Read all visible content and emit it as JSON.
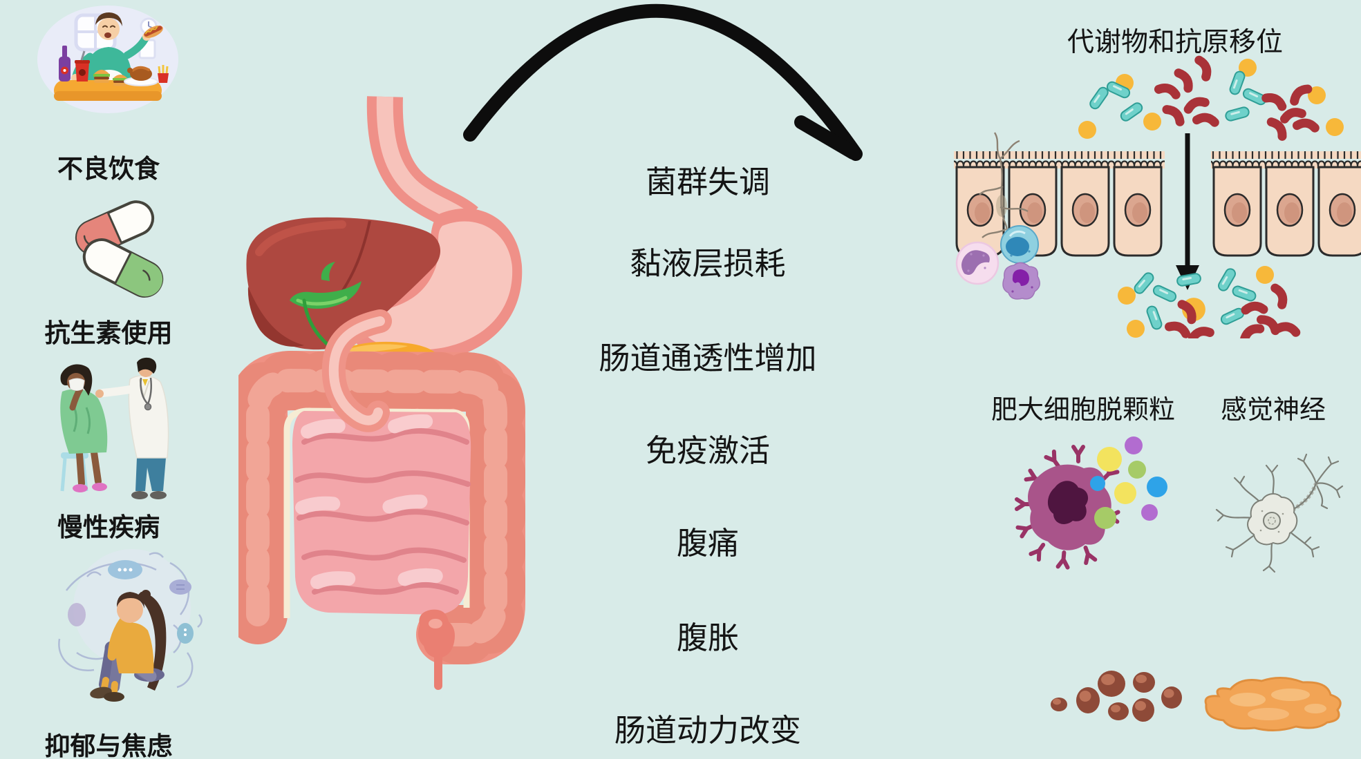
{
  "page": {
    "background": "#d8ebe8"
  },
  "causes": [
    {
      "id": "poor-diet",
      "label": "不良饮食"
    },
    {
      "id": "antibiotic-use",
      "label": "抗生素使用"
    },
    {
      "id": "chronic-disease",
      "label": "慢性疾病"
    },
    {
      "id": "depression-anxiety",
      "label": "抑郁与焦虑"
    }
  ],
  "cascade": {
    "steps": [
      "菌群失调",
      "黏液层损耗",
      "肠道通透性增加",
      "免疫激活",
      "腹痛",
      "腹胀",
      "肠道动力改变"
    ]
  },
  "right_panel": {
    "translocation_title": "代谢物和抗原移位",
    "mast_cell_label": "肥大细胞脱颗粒",
    "sensory_nerve_label": "感觉神经"
  },
  "illustrations": {
    "causes": [
      "overeating-person-icon",
      "antibiotic-capsules-icon",
      "doctor-patient-icon",
      "anxious-person-icon"
    ],
    "center": "digestive-tract-icon",
    "arrow": "curved-arrow-icon",
    "right": [
      "gut-epithelium-translocation-icon",
      "mast-cell-icon",
      "sensory-neuron-icon",
      "hard-stool-icon",
      "loose-stool-icon"
    ]
  },
  "colors": {
    "background": "#d8ebe8",
    "text": "#161616",
    "arrow_black": "#0d0d0d",
    "bacteria_teal": "#6fd1ca",
    "bacteria_red": "#a93238",
    "metabolite_yellow": "#f7b83a",
    "epithelium_cell": "#f5d9c2",
    "liver_red": "#ae4840",
    "stomach_pink": "#ef9088",
    "large_intestine_coral": "#ef9183",
    "small_intestine_pink": "#f3a6aa",
    "mast_cell_magenta": "#a9548a",
    "stool_brown": "#8e4a38",
    "loose_stool_orange": "#f2a455"
  }
}
